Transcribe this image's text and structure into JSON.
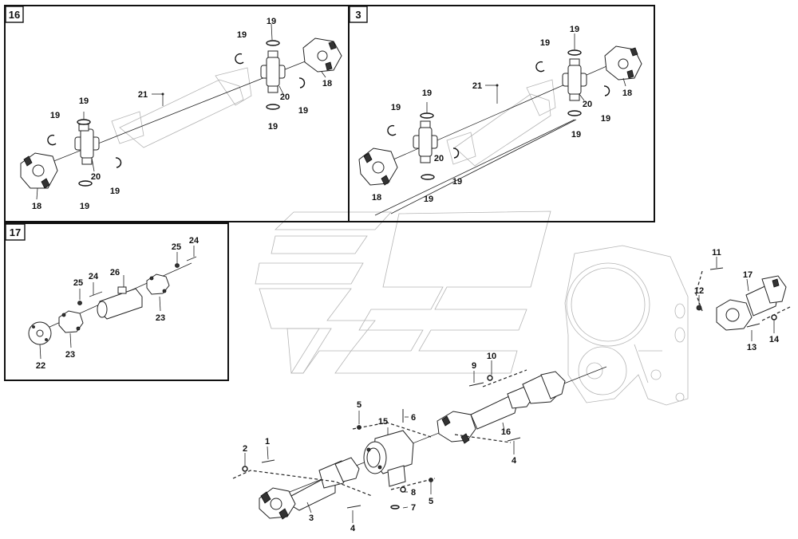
{
  "boxes": {
    "box_16": "16",
    "box_3": "3",
    "box_17": "17"
  },
  "labels": {
    "b16_19a": "19",
    "b16_19b": "19",
    "b16_19c": "19",
    "b16_19d": "19",
    "b16_19e": "19",
    "b16_19f": "19",
    "b16_19g": "19",
    "b16_19h": "19",
    "b16_21": "21",
    "b16_20a": "20",
    "b16_20b": "20",
    "b16_18a": "18",
    "b16_18b": "18",
    "b3_19a": "19",
    "b3_19b": "19",
    "b3_19c": "19",
    "b3_19d": "19",
    "b3_19e": "19",
    "b3_19f": "19",
    "b3_19g": "19",
    "b3_19h": "19",
    "b3_21": "21",
    "b3_20a": "20",
    "b3_20b": "20",
    "b3_18a": "18",
    "b3_18b": "18",
    "b17_24a": "24",
    "b17_24b": "24",
    "b17_25a": "25",
    "b17_25b": "25",
    "b17_26": "26",
    "b17_23a": "23",
    "b17_23b": "23",
    "b17_22": "22",
    "m_1": "1",
    "m_2": "2",
    "m_3": "3",
    "m_4a": "4",
    "m_4b": "4",
    "m_5a": "5",
    "m_5b": "5",
    "m_6": "6",
    "m_7": "7",
    "m_8": "8",
    "m_9": "9",
    "m_10": "10",
    "m_11": "11",
    "m_12": "12",
    "m_13": "13",
    "m_14": "14",
    "m_15": "15",
    "m_16": "16",
    "m_17": "17"
  }
}
